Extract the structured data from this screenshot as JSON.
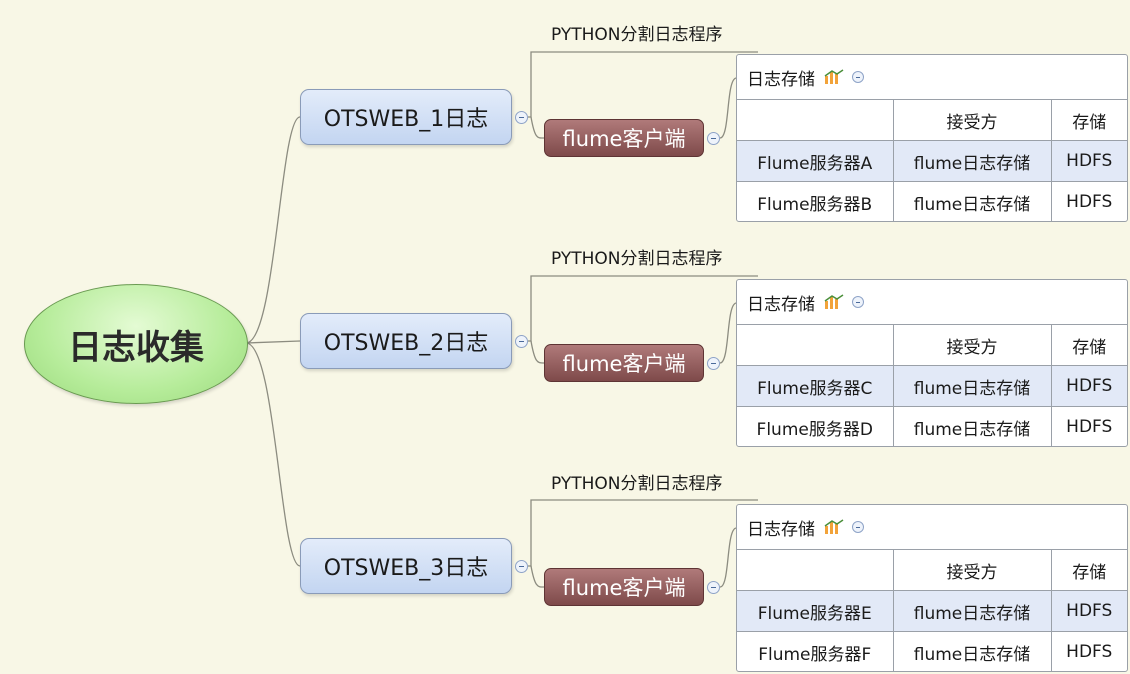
{
  "root": {
    "label": "日志收集"
  },
  "branches": [
    {
      "label": "OTSWEB_1日志",
      "python_label": "PYTHON分割日志程序",
      "client_label": "flume客户端",
      "table": {
        "title": "日志存储",
        "headers": [
          "",
          "接受方",
          "存储"
        ],
        "rows": [
          [
            "Flume服务器A",
            "flume日志存储",
            "HDFS"
          ],
          [
            "Flume服务器B",
            "flume日志存储",
            "HDFS"
          ]
        ]
      }
    },
    {
      "label": "OTSWEB_2日志",
      "python_label": "PYTHON分割日志程序",
      "client_label": "flume客户端",
      "table": {
        "title": "日志存储",
        "headers": [
          "",
          "接受方",
          "存储"
        ],
        "rows": [
          [
            "Flume服务器C",
            "flume日志存储",
            "HDFS"
          ],
          [
            "Flume服务器D",
            "flume日志存储",
            "HDFS"
          ]
        ]
      }
    },
    {
      "label": "OTSWEB_3日志",
      "python_label": "PYTHON分割日志程序",
      "client_label": "flume客户端",
      "table": {
        "title": "日志存储",
        "headers": [
          "",
          "接受方",
          "存储"
        ],
        "rows": [
          [
            "Flume服务器E",
            "flume日志存储",
            "HDFS"
          ],
          [
            "Flume服务器F",
            "flume日志存储",
            "HDFS"
          ]
        ]
      }
    }
  ],
  "icons": {
    "table_chart": "bar-chart-icon",
    "collapse": "collapse-minus-icon"
  },
  "colors": {
    "background": "#f8f7e6",
    "root_fill": "#b6ec9a",
    "branch_fill": "#c3d5f1",
    "client_fill": "#8e5a5a",
    "alt_row": "#e2e9f7"
  }
}
